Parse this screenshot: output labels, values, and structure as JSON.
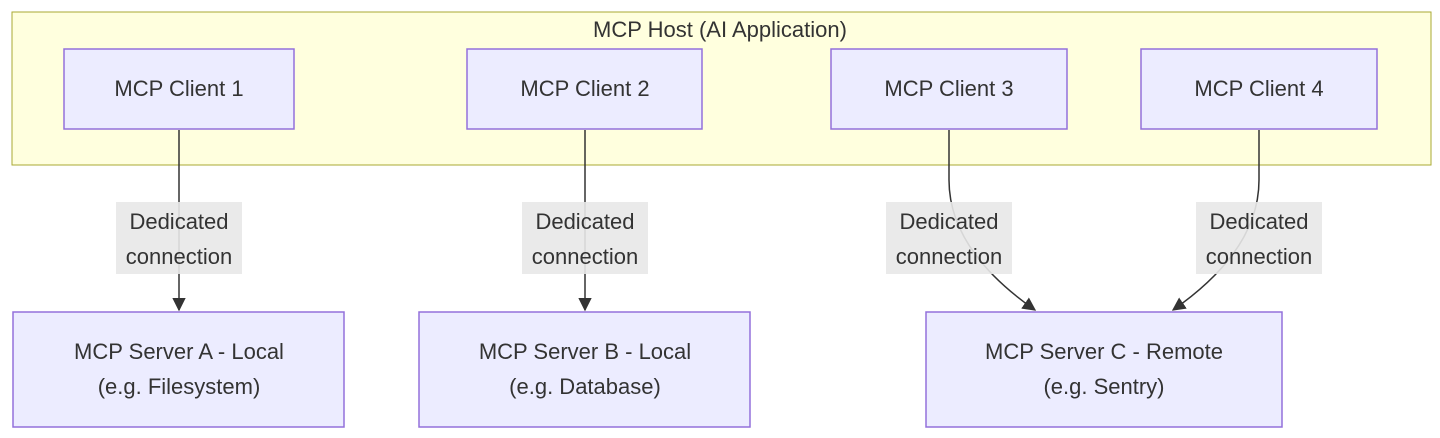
{
  "host": {
    "title": "MCP Host (AI Application)"
  },
  "clients": [
    {
      "label": "MCP Client 1"
    },
    {
      "label": "MCP Client 2"
    },
    {
      "label": "MCP Client 3"
    },
    {
      "label": "MCP Client 4"
    }
  ],
  "servers": [
    {
      "line1": "MCP Server A - Local",
      "line2": "(e.g. Filesystem)"
    },
    {
      "line1": "MCP Server B - Local",
      "line2": "(e.g. Database)"
    },
    {
      "line1": "MCP Server C - Remote",
      "line2": "(e.g. Sentry)"
    }
  ],
  "edges": [
    {
      "from": "MCP Client 1",
      "to": "MCP Server A - Local",
      "label_line1": "Dedicated",
      "label_line2": "connection"
    },
    {
      "from": "MCP Client 2",
      "to": "MCP Server B - Local",
      "label_line1": "Dedicated",
      "label_line2": "connection"
    },
    {
      "from": "MCP Client 3",
      "to": "MCP Server C - Remote",
      "label_line1": "Dedicated",
      "label_line2": "connection"
    },
    {
      "from": "MCP Client 4",
      "to": "MCP Server C - Remote",
      "label_line1": "Dedicated",
      "label_line2": "connection"
    }
  ],
  "colors": {
    "host_fill": "#ffffde",
    "host_stroke": "#aaaa33",
    "node_fill": "#ececff",
    "node_stroke": "#9370db",
    "edge_label_bg": "#e8e8e8",
    "text": "#333333"
  }
}
